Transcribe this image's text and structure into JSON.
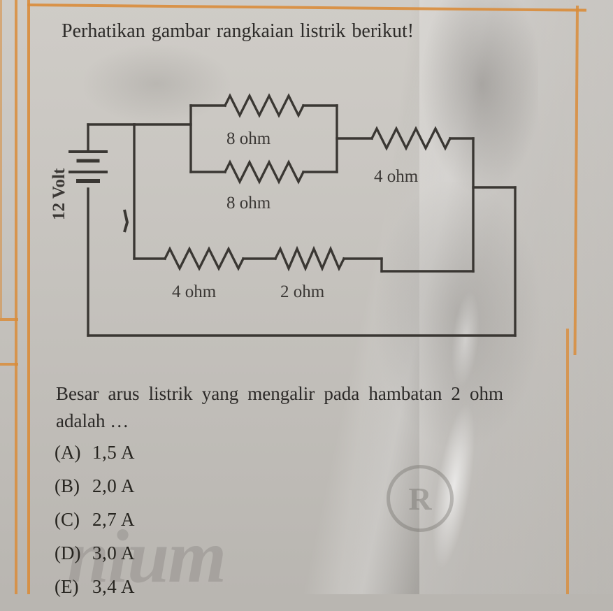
{
  "stem": {
    "text": "Perhatikan gambar rangkaian listrik berikut!"
  },
  "circuit": {
    "source_label": "12 Volt",
    "resistors": [
      {
        "id": "r-top-8ohm",
        "label": "8 ohm"
      },
      {
        "id": "r-bottom-8ohm",
        "label": "8 ohm"
      },
      {
        "id": "r-right-4ohm",
        "label": "4 ohm"
      },
      {
        "id": "r-lower-4ohm",
        "label": "4 ohm"
      },
      {
        "id": "r-lower-2ohm",
        "label": "2 ohm"
      }
    ]
  },
  "question": {
    "text": "Besar arus listrik yang mengalir pada hambatan 2 ohm adalah …"
  },
  "options": [
    {
      "key": "(A)",
      "value": "1,5 A"
    },
    {
      "key": "(B)",
      "value": "2,0 A"
    },
    {
      "key": "(C)",
      "value": "2,7 A"
    },
    {
      "key": "(D)",
      "value": "3,0 A"
    },
    {
      "key": "(E)",
      "value": "3,4 A"
    }
  ],
  "watermark": {
    "text": "nium",
    "registered_mark": "R"
  },
  "colors": {
    "frame_orange": "#d98c3a",
    "ink": "#2e2c2a",
    "paper": "#c9c6c1"
  }
}
